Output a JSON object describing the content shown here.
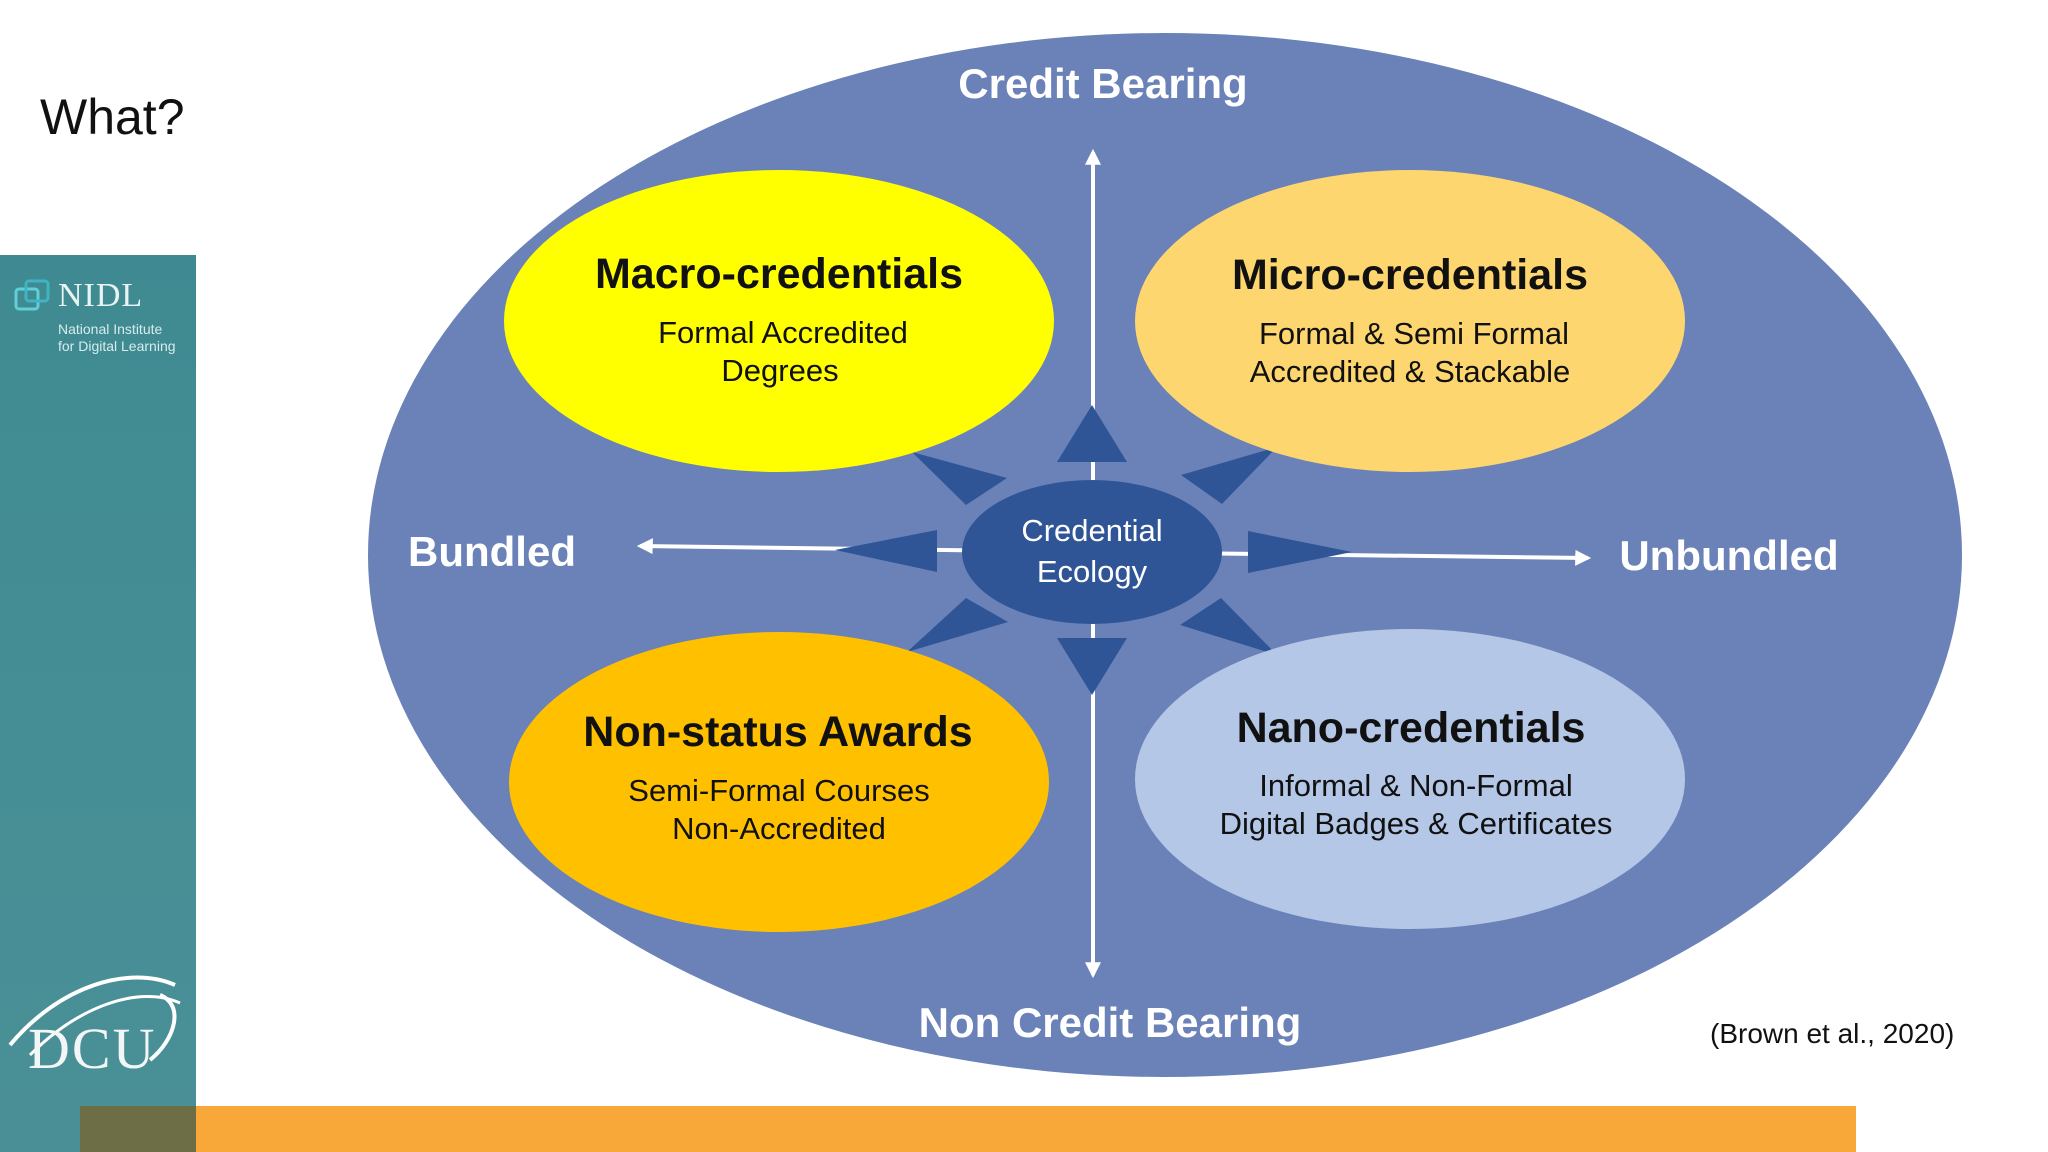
{
  "slide": {
    "title": "What?"
  },
  "sidebar": {
    "nidl_name": "NIDL",
    "nidl_line1": "National Institute",
    "nidl_line2": "for Digital Learning",
    "dcu_name": "DCU"
  },
  "diagram": {
    "axis_top": "Credit Bearing",
    "axis_bottom": "Non Credit Bearing",
    "axis_left": "Bundled",
    "axis_right": "Unbundled",
    "center": {
      "line1": "Credential",
      "line2": "Ecology"
    },
    "quadrants": {
      "top_left": {
        "title": "Macro-credentials",
        "line1": "Formal Accredited",
        "line2": "Degrees",
        "color": "#ffff00"
      },
      "top_right": {
        "title": "Micro-credentials",
        "line1": "Formal & Semi Formal",
        "line2": "Accredited & Stackable",
        "color": "#fed66f"
      },
      "bottom_left": {
        "title": "Non-status Awards",
        "line1": "Semi-Formal Courses",
        "line2": "Non-Accredited",
        "color": "#ffc000"
      },
      "bottom_right": {
        "title": "Nano-credentials",
        "line1": "Informal & Non-Formal",
        "line2": "Digital Badges & Certificates",
        "color": "#b4c7e7"
      }
    },
    "colors": {
      "outer_ellipse": "#6a82b8",
      "center_ellipse": "#2f5597",
      "arrowheads": "#2f5597",
      "axis_lines": "#ffffff"
    }
  },
  "citation": "(Brown et al., 2020)"
}
